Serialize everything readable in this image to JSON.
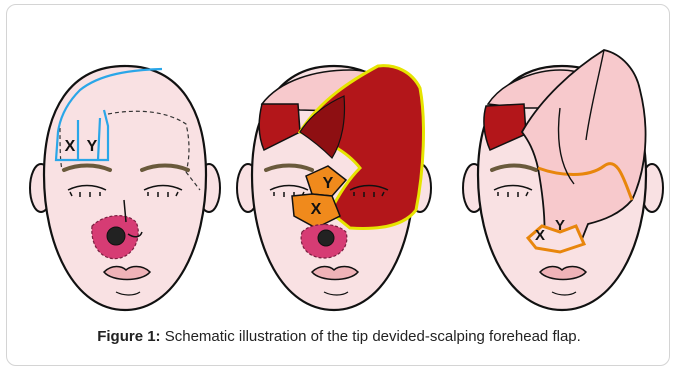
{
  "figure": {
    "label": "Figure 1:",
    "caption": "Schematic illustration of the tip devided-scalping forehead flap."
  },
  "panels": [
    {
      "flap_labels": [
        "X",
        "Y"
      ]
    },
    {
      "flap_labels": [
        "Y",
        "X"
      ]
    },
    {
      "flap_labels": [
        "X",
        "Y"
      ]
    }
  ],
  "colors": {
    "skin": "#f9e1e3",
    "outline": "#111111",
    "forehead_design": "#2aa6e8",
    "defect": "#d63c74",
    "flap_dark": "#b3161a",
    "flap_light": "#f7c9cc",
    "flap_border": "#e8860c",
    "flap_tip": "#f08a1c",
    "flap_inner_edge": "#e6e400",
    "lips": "#efb3b8",
    "brows": "#6a5a3c"
  }
}
